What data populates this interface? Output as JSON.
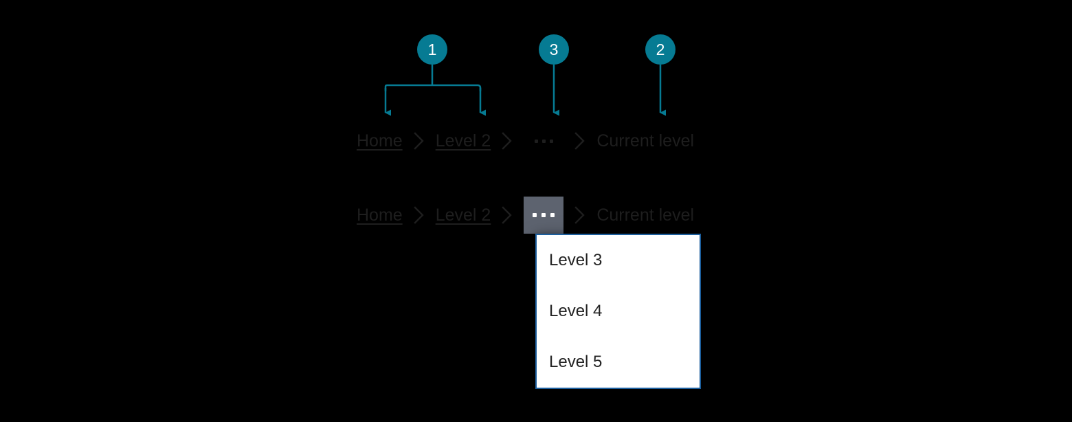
{
  "theme": {
    "background": "#000000",
    "accent_teal": "#067b93",
    "text_dark": "#1e1e1e",
    "button_gray": "#5d636f",
    "panel_border_blue": "#1c5f9e",
    "panel_background": "#ffffff"
  },
  "annotations": [
    {
      "id": "1",
      "label": "1",
      "style": "bracket-two-targets"
    },
    {
      "id": "3",
      "label": "3",
      "style": "single-arrow"
    },
    {
      "id": "2",
      "label": "2",
      "style": "single-arrow"
    }
  ],
  "breadcrumb_default": {
    "items": [
      {
        "label": "Home",
        "type": "link"
      },
      {
        "label": "Level 2",
        "type": "link"
      },
      {
        "label": "...",
        "type": "overflow"
      },
      {
        "label": "Current level",
        "type": "current"
      }
    ],
    "separator_icon": "chevron-right-icon",
    "overflow_icon": "ellipsis-icon"
  },
  "breadcrumb_expanded": {
    "items": [
      {
        "label": "Home",
        "type": "link"
      },
      {
        "label": "Level 2",
        "type": "link"
      },
      {
        "label": "...",
        "type": "overflow-active"
      },
      {
        "label": "Current level",
        "type": "current"
      }
    ],
    "separator_icon": "chevron-right-icon",
    "overflow_icon": "ellipsis-icon"
  },
  "overflow_menu": {
    "items": [
      {
        "label": "Level 3"
      },
      {
        "label": "Level 4"
      },
      {
        "label": "Level 5"
      }
    ]
  }
}
